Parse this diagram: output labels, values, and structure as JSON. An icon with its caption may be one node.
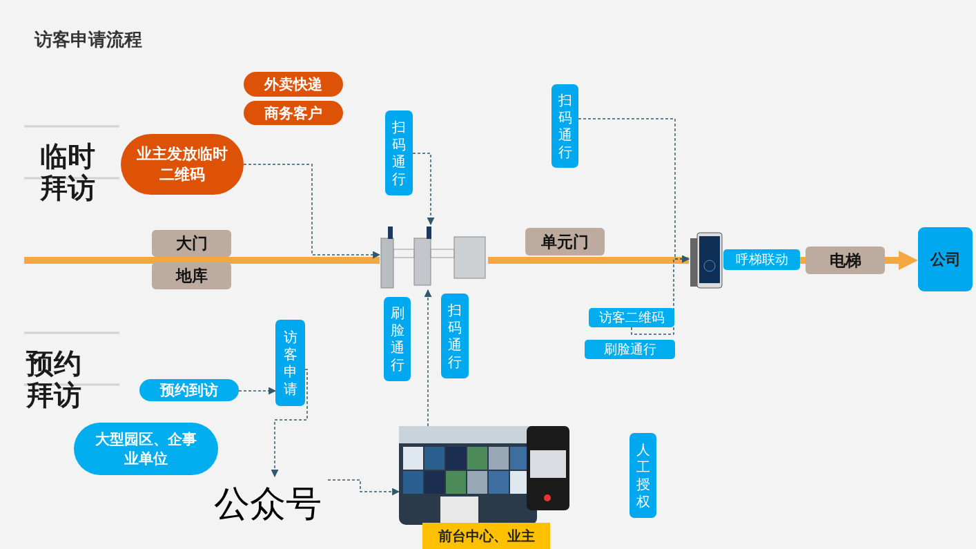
{
  "diagram": {
    "title": "访客申请流程",
    "nodes": [
      {
        "text": [
          "外卖快递"
        ]
      },
      {
        "text": [
          "商务客户"
        ]
      },
      {
        "text": [
          "业主发放临时二维码"
        ]
      },
      {
        "text": [
          "扫码通行"
        ]
      },
      {
        "text": [
          "扫码通行"
        ]
      },
      {
        "text": [
          "大门"
        ]
      },
      {
        "text": [
          "地库"
        ]
      },
      {
        "text": [],
        "shape": "picture"
      },
      {
        "text": [
          "单元门"
        ]
      },
      {
        "text": [],
        "shape": "picture"
      },
      {
        "text": [
          "呼梯联动"
        ]
      },
      {
        "text": [
          "电梯"
        ]
      },
      {
        "text": [
          "公司"
        ]
      },
      {
        "text": [
          "刷脸通行"
        ]
      },
      {
        "text": [
          "扫码通行"
        ]
      },
      {
        "text": [
          "访客二维码"
        ]
      },
      {
        "text": [
          "刷脸通行"
        ]
      },
      {
        "text": [
          "预约到访"
        ]
      },
      {
        "text": [
          "访客申请"
        ]
      },
      {
        "text": [
          "大型园区、企事业单位"
        ]
      },
      {
        "text": [
          "公众号"
        ]
      },
      {
        "text": [],
        "shape": "picture",
        "beside": [
          "前台中心、业主"
        ]
      },
      {
        "text": [
          "人工授权"
        ]
      }
    ],
    "edges": [
      {
        "from": null,
        "to": 7,
        "arrow": "none",
        "style": "thick",
        "color": "#f4a940"
      },
      {
        "from": 7,
        "to": 9,
        "arrow": "none",
        "style": "thick",
        "color": "#f4a940"
      },
      {
        "from": 10,
        "to": 11,
        "arrow": "none",
        "style": "thick",
        "color": "#f4a940"
      },
      {
        "from": 11,
        "to": 12,
        "arrow": "to",
        "style": "thick",
        "color": "#f4a940"
      },
      {
        "from": 2,
        "to": 7,
        "arrow": "to",
        "style": "dashed"
      },
      {
        "from": 3,
        "to": 7,
        "arrow": "to",
        "style": "dashed"
      },
      {
        "from": 4,
        "to": 9,
        "arrow": "to",
        "style": "dashed"
      },
      {
        "from": 15,
        "to": 9,
        "arrow": "to",
        "style": "dashed"
      },
      {
        "from": 21,
        "to": 7,
        "arrow": "to",
        "style": "dashed"
      },
      {
        "from": 17,
        "to": 18,
        "arrow": "to",
        "style": "dashed"
      },
      {
        "from": 18,
        "to": 20,
        "arrow": "to",
        "style": "dashed"
      },
      {
        "from": 20,
        "to": 21,
        "arrow": "to",
        "style": "dashed"
      }
    ],
    "labels": [
      "临时拜访",
      "预约拜访"
    ]
  }
}
